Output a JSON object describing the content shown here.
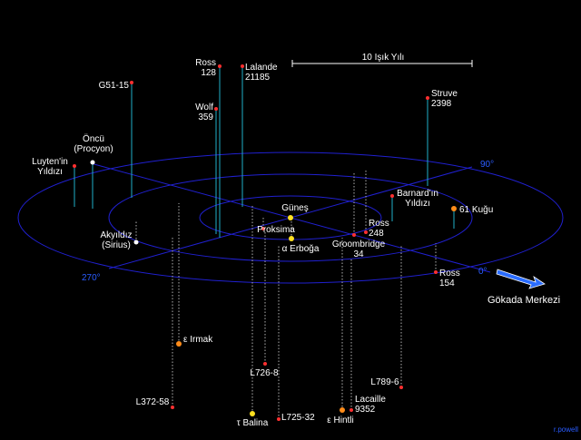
{
  "scale_bar": {
    "label": "10 Işık Yılı"
  },
  "angle_labels": {
    "a0": "0°",
    "a90": "90°",
    "a270": "270°"
  },
  "galaxy_center": {
    "label": "Gökada Merkezi"
  },
  "credit": "r.powell",
  "colors": {
    "background": "#000000",
    "ring": "#2020d0",
    "stem_above": "#1fb0c8",
    "stem_below": "#b0b0b0",
    "label": "#ffffff",
    "red_dwarf": "#ff3030",
    "orange_star": "#ff8c1a",
    "yellow_star": "#ffe020",
    "white_star": "#ffffff",
    "arrow": "#2a6cff"
  },
  "stars": [
    {
      "id": "gunes",
      "label": "Güneş",
      "type": "yellow"
    },
    {
      "id": "proksima",
      "label": "Proksima",
      "type": "red"
    },
    {
      "id": "alfa-erboga",
      "label": "α Erboğa",
      "type": "yellow"
    },
    {
      "id": "ross-128",
      "label": "Ross\n128",
      "type": "red"
    },
    {
      "id": "lalande-21185",
      "label": "Lalande\n21185",
      "type": "red"
    },
    {
      "id": "g51-15",
      "label": "G51-15",
      "type": "red"
    },
    {
      "id": "wolf-359",
      "label": "Wolf\n359",
      "type": "red"
    },
    {
      "id": "struve-2398",
      "label": "Struve\n2398",
      "type": "red"
    },
    {
      "id": "oncu",
      "label": "Öncü\n(Procyon)",
      "type": "white"
    },
    {
      "id": "luyten",
      "label": "Luyten'in\nYıldızı",
      "type": "red"
    },
    {
      "id": "barnard",
      "label": "Barnard'ın\nYıldızı",
      "type": "red"
    },
    {
      "id": "61-kugu",
      "label": "61 Kuğu",
      "type": "orange"
    },
    {
      "id": "ross-248",
      "label": "Ross\n248",
      "type": "red"
    },
    {
      "id": "groombridge-34",
      "label": "Groombridge\n34",
      "type": "red"
    },
    {
      "id": "akyildiz",
      "label": "Akyıldız\n(Sirius)",
      "type": "white"
    },
    {
      "id": "ross-154",
      "label": "Ross\n154",
      "type": "red"
    },
    {
      "id": "epsilon-irmak",
      "label": "ε Irmak",
      "type": "orange"
    },
    {
      "id": "l726-8",
      "label": "L726-8",
      "type": "red"
    },
    {
      "id": "l372-58",
      "label": "L372-58",
      "type": "red"
    },
    {
      "id": "tau-balina",
      "label": "τ Balina",
      "type": "yellow"
    },
    {
      "id": "l725-32",
      "label": "L725-32",
      "type": "red"
    },
    {
      "id": "epsilon-hintli",
      "label": "ε Hintli",
      "type": "orange"
    },
    {
      "id": "lacaille-9352",
      "label": "Lacaille\n9352",
      "type": "red"
    },
    {
      "id": "l789-6",
      "label": "L789-6",
      "type": "red"
    }
  ]
}
